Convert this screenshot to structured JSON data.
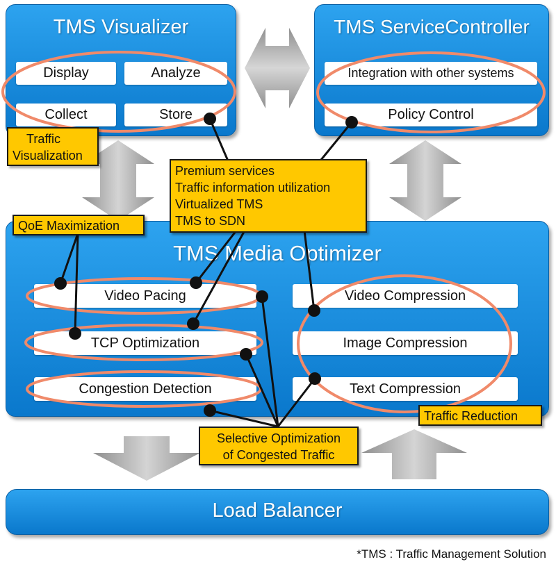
{
  "visualizer": {
    "title": "TMS  Visualizer",
    "display": "Display",
    "analyze": "Analyze",
    "collect": "Collect",
    "store": "Store"
  },
  "service_controller": {
    "title": "TMS ServiceController",
    "integration": "Integration with other systems",
    "policy": "Policy Control"
  },
  "media_optimizer": {
    "title": "TMS  Media  Optimizer",
    "video_pacing": "Video Pacing",
    "tcp_optimization": "TCP Optimization",
    "congestion_detection": "Congestion Detection",
    "video_compression": "Video Compression",
    "image_compression": "Image  Compression",
    "text_compression": "Text  Compression"
  },
  "load_balancer": {
    "title": "Load Balancer"
  },
  "notes": {
    "traffic_visualization": [
      "Traffic",
      "Visualization"
    ],
    "premium": [
      "Premium services",
      "Traffic information utilization",
      "Virtualized  TMS",
      "TMS to SDN"
    ],
    "qoe": "QoE Maximization",
    "traffic_reduction": "Traffic Reduction",
    "selective": [
      "Selective Optimization",
      "of Congested Traffic"
    ]
  },
  "footnote": "*TMS : Traffic  Management  Solution",
  "colors": {
    "panel": "#1a8fe0",
    "ellipse": "#f08a6a",
    "note": "#ffc800",
    "arrow": "#a8a8a8"
  }
}
